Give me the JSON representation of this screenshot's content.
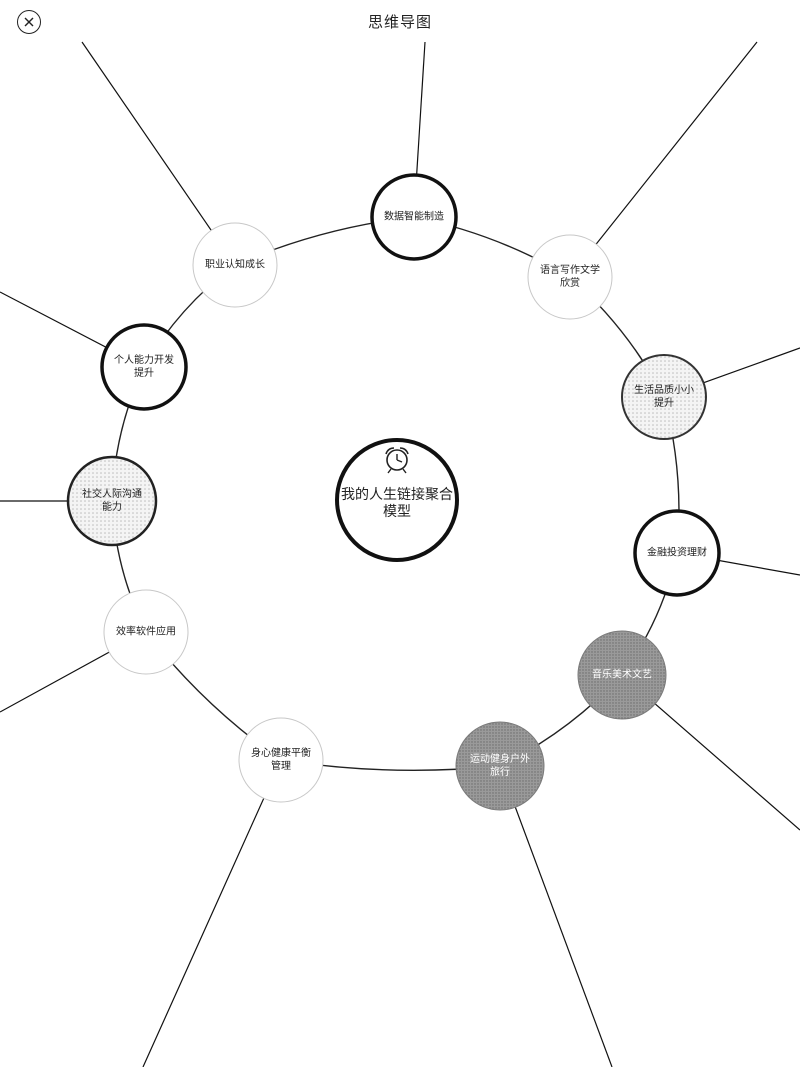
{
  "header": {
    "title": "思维导图",
    "close_icon": "close-icon"
  },
  "center": {
    "lines": [
      "我的人生链接聚合",
      "模型"
    ],
    "icon": "alarm-clock-icon"
  },
  "nodes": [
    {
      "id": "data-smart-manufacturing",
      "lines": [
        "数据智能制造"
      ],
      "style": "bold"
    },
    {
      "id": "language-literature",
      "lines": [
        "语言写作文学",
        "欣赏"
      ],
      "style": "light"
    },
    {
      "id": "node-right-upper",
      "lines": [
        "生活品质小小",
        "提升"
      ],
      "style": "shaded"
    },
    {
      "id": "finance-investment",
      "lines": [
        "金融投资理财"
      ],
      "style": "bold"
    },
    {
      "id": "node-lower-right",
      "lines": [
        "音乐美术文艺"
      ],
      "style": "dark"
    },
    {
      "id": "node-bottom-right",
      "lines": [
        "运动健身户外",
        "旅行"
      ],
      "style": "dark"
    },
    {
      "id": "body-mind-health",
      "lines": [
        "身心健康平衡",
        "管理"
      ],
      "style": "light"
    },
    {
      "id": "efficiency-software",
      "lines": [
        "效率软件应用"
      ],
      "style": "light"
    },
    {
      "id": "node-left-middle",
      "lines": [
        "社交人际沟通",
        "能力"
      ],
      "style": "shaded-bold"
    },
    {
      "id": "node-left-upper",
      "lines": [
        "个人能力开发",
        "提升"
      ],
      "style": "bold"
    },
    {
      "id": "career-growth",
      "lines": [
        "职业认知成长"
      ],
      "style": "light"
    }
  ],
  "colors": {
    "stroke": "#111111",
    "ring": "#222222",
    "light_fill": "#ffffff",
    "shaded_fill": "#eeeeee",
    "dark_fill": "#8c8c8c"
  }
}
